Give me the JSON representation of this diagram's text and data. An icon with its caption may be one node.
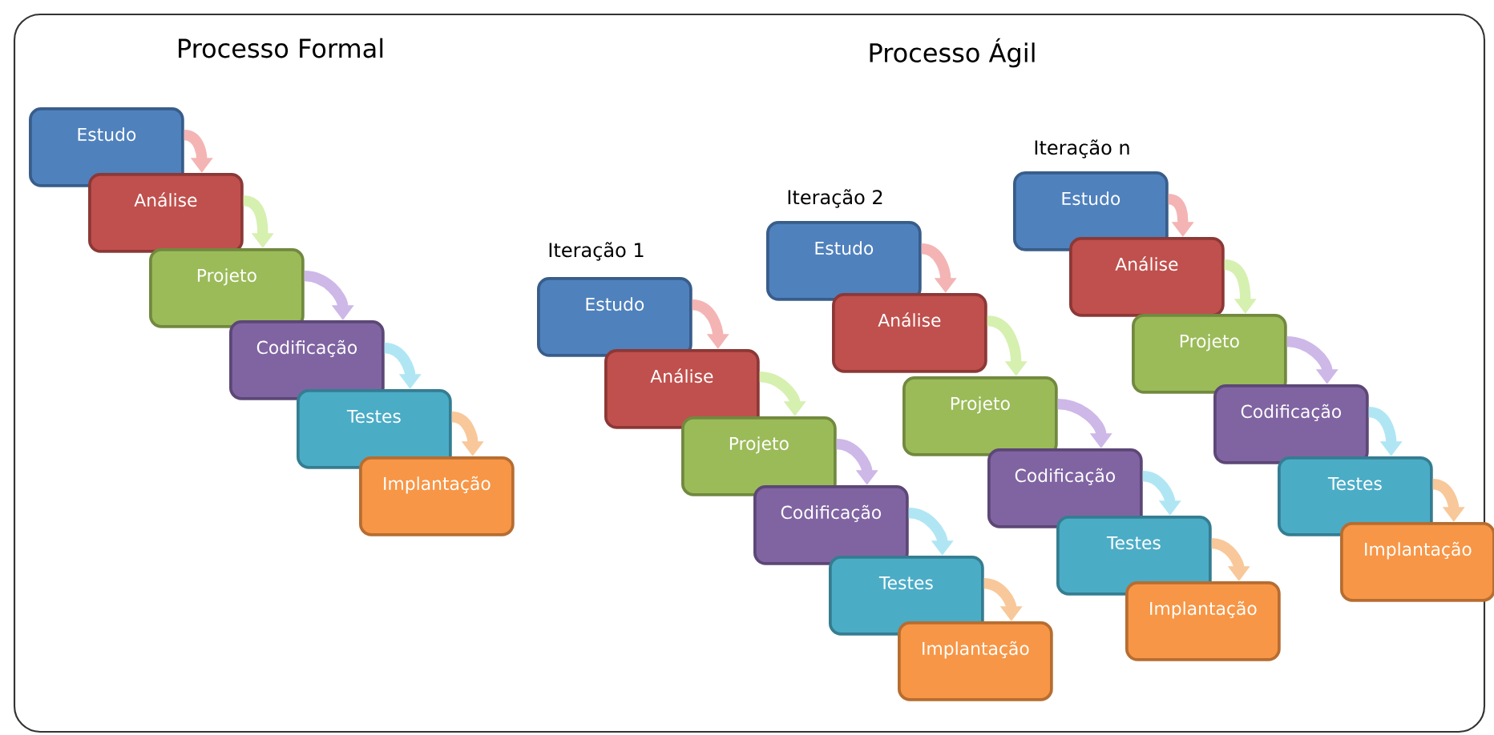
{
  "diagram": {
    "nodes": [
      {
        "text": [
          "Estudo"
        ]
      },
      {
        "text": [
          "Análise"
        ]
      },
      {
        "text": [
          "Projeto"
        ]
      },
      {
        "text": [
          "Codificação"
        ]
      },
      {
        "text": [
          "Testes"
        ]
      },
      {
        "text": [
          "Implantação"
        ]
      },
      {
        "text": [
          "Estudo"
        ],
        "beside": [
          "Iteração 1"
        ]
      },
      {
        "text": [
          "Análise"
        ]
      },
      {
        "text": [
          "Projeto"
        ]
      },
      {
        "text": [
          "Codificação"
        ]
      },
      {
        "text": [
          "Testes"
        ]
      },
      {
        "text": [
          "Implantação"
        ]
      },
      {
        "text": [
          "Estudo"
        ],
        "beside": [
          "Iteração 2"
        ]
      },
      {
        "text": [
          "Análise"
        ]
      },
      {
        "text": [
          "Projeto"
        ]
      },
      {
        "text": [
          "Codificação"
        ]
      },
      {
        "text": [
          "Testes"
        ]
      },
      {
        "text": [
          "Implantação"
        ]
      },
      {
        "text": [
          "Estudo"
        ],
        "beside": [
          "Iteração n"
        ]
      },
      {
        "text": [
          "Análise"
        ]
      },
      {
        "text": [
          "Projeto"
        ]
      },
      {
        "text": [
          "Codificação"
        ]
      },
      {
        "text": [
          "Testes"
        ]
      },
      {
        "text": [
          "Implantação"
        ]
      }
    ],
    "edges": [
      {
        "from": 0,
        "to": 1,
        "arrow": "to",
        "color": "#f4b4b4"
      },
      {
        "from": 1,
        "to": 2,
        "arrow": "to",
        "color": "#d6f0b0"
      },
      {
        "from": 2,
        "to": 3,
        "arrow": "to",
        "color": "#cdb8e8"
      },
      {
        "from": 3,
        "to": 4,
        "arrow": "to",
        "color": "#b0e6f4"
      },
      {
        "from": 4,
        "to": 5,
        "arrow": "to",
        "color": "#f8c89a"
      },
      {
        "from": 6,
        "to": 7,
        "arrow": "to",
        "color": "#f4b4b4"
      },
      {
        "from": 7,
        "to": 8,
        "arrow": "to",
        "color": "#d6f0b0"
      },
      {
        "from": 8,
        "to": 9,
        "arrow": "to",
        "color": "#cdb8e8"
      },
      {
        "from": 9,
        "to": 10,
        "arrow": "to",
        "color": "#b0e6f4"
      },
      {
        "from": 10,
        "to": 11,
        "arrow": "to",
        "color": "#f8c89a"
      },
      {
        "from": 12,
        "to": 13,
        "arrow": "to",
        "color": "#f4b4b4"
      },
      {
        "from": 13,
        "to": 14,
        "arrow": "to",
        "color": "#d6f0b0"
      },
      {
        "from": 14,
        "to": 15,
        "arrow": "to",
        "color": "#cdb8e8"
      },
      {
        "from": 15,
        "to": 16,
        "arrow": "to",
        "color": "#b0e6f4"
      },
      {
        "from": 16,
        "to": 17,
        "arrow": "to",
        "color": "#f8c89a"
      },
      {
        "from": 18,
        "to": 19,
        "arrow": "to",
        "color": "#f4b4b4"
      },
      {
        "from": 19,
        "to": 20,
        "arrow": "to",
        "color": "#d6f0b0"
      },
      {
        "from": 20,
        "to": 21,
        "arrow": "to",
        "color": "#cdb8e8"
      },
      {
        "from": 21,
        "to": 22,
        "arrow": "to",
        "color": "#b0e6f4"
      },
      {
        "from": 22,
        "to": 23,
        "arrow": "to",
        "color": "#f8c89a"
      }
    ],
    "labels": [
      "Processo Formal",
      "Processo Ágil"
    ]
  }
}
